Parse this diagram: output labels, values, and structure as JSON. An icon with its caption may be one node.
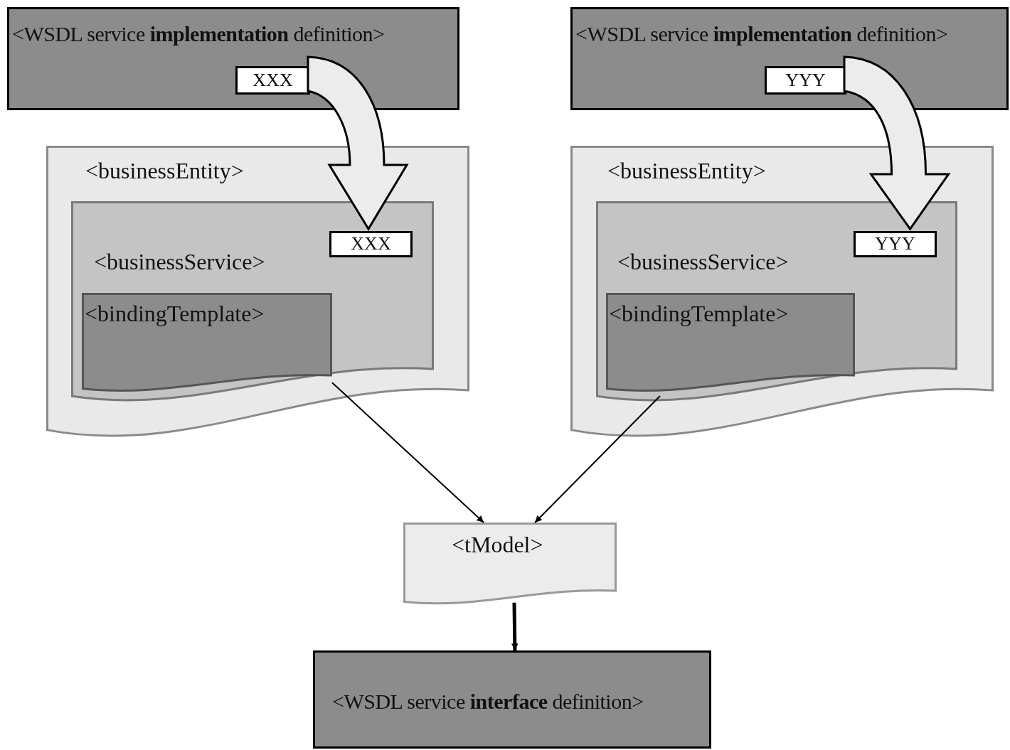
{
  "diagram": {
    "nodes": [
      {
        "text": [
          "<WSDL service **implementation** definition>"
        ]
      },
      {
        "text": [
          "XXX"
        ],
        "in": 0
      },
      {
        "text": [
          "<WSDL service **implementation** definition>"
        ]
      },
      {
        "text": [
          "YYY"
        ],
        "in": 2
      },
      {
        "text": [
          "<businessEntity>"
        ]
      },
      {
        "text": [
          "<businessService>"
        ],
        "in": 4
      },
      {
        "text": [
          "XXX"
        ],
        "in": 5
      },
      {
        "text": [
          "<bindingTemplate>"
        ],
        "in": 5
      },
      {
        "text": [
          "<businessEntity>"
        ]
      },
      {
        "text": [
          "<businessService>"
        ],
        "in": 8
      },
      {
        "text": [
          "YYY"
        ],
        "in": 9
      },
      {
        "text": [
          "<bindingTemplate>"
        ],
        "in": 9
      },
      {
        "text": [
          "<tModel>"
        ]
      },
      {
        "text": [
          "<WSDL service **interface** definition>"
        ]
      }
    ],
    "edges": [
      {
        "from": 1,
        "to": 6,
        "arrow": "to",
        "style": "thick"
      },
      {
        "from": 3,
        "to": 10,
        "arrow": "to",
        "style": "thick"
      },
      {
        "from": 7,
        "to": 12,
        "arrow": "to"
      },
      {
        "from": 11,
        "to": 12,
        "arrow": "to"
      },
      {
        "from": 12,
        "to": 13,
        "arrow": "to",
        "style": "thick"
      }
    ]
  }
}
